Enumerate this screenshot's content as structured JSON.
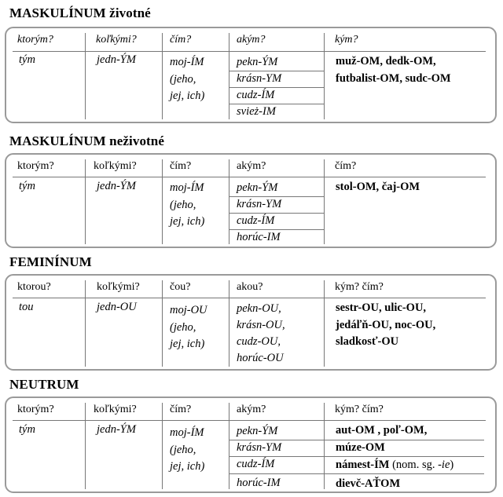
{
  "sections": [
    {
      "title": "MASKULÍNUM životné",
      "headers": [
        "ktorým?",
        "koľkými?",
        "čím?",
        "akým?",
        "kým?"
      ],
      "pronoun": "tým",
      "numeral": "jedn-ÝM",
      "possessive": [
        "moj-ÍM",
        "(jeho,",
        "jej, ich)"
      ],
      "adjectives": [
        "pekn-ÝM",
        "krásn-YM",
        "cudz-ÍM",
        "svież-IM"
      ],
      "nouns": [
        "muž-OM, dedk-OM,",
        "futbalist-OM, sudc-OM"
      ]
    },
    {
      "title": "MASKULÍNUM neživotné",
      "headers": [
        "ktorým?",
        "koľkými?",
        "čím?",
        "akým?",
        "čím?"
      ],
      "pronoun": "tým",
      "numeral": "jedn-ÝM",
      "possessive": [
        "moj-ÍM",
        "(jeho,",
        "jej, ich)"
      ],
      "adjectives": [
        "pekn-ÝM",
        "krásn-YM",
        "cudz-ÍM",
        "horúc-IM"
      ],
      "nouns": [
        "stol-OM, čaj-OM"
      ]
    },
    {
      "title": "FEMINÍNUM",
      "headers": [
        "ktorou?",
        "koľkými?",
        "čou?",
        "akou?",
        "kým? čím?"
      ],
      "pronoun": "tou",
      "numeral": "jedn-OU",
      "possessive": [
        "moj-OU",
        "(jeho,",
        "jej, ich)"
      ],
      "adjectives": [
        "pekn-OU,",
        "krásn-OU,",
        "cudz-OU,",
        "horúc-OU"
      ],
      "nouns": [
        "sestr-OU, ulic-OU,",
        "jedáľň-OU, noc-OU,",
        "sladkosť-OU"
      ]
    },
    {
      "title": "NEUTRUM",
      "headers": [
        "ktorým?",
        "koľkými?",
        "čím?",
        "akým?",
        "kým? čím?"
      ],
      "pronoun": "tým",
      "numeral": "jedn-ÝM",
      "possessive": [
        "moj-ÍM",
        "(jeho,",
        "jej, ich)"
      ],
      "adjectives": [
        "pekn-ÝM",
        "krásn-YM",
        "cudz-ÍM",
        "horúc-IM"
      ],
      "nouns": [
        "aut-OM , poľ-OM,",
        "múze-OM"
      ],
      "noun_extra": {
        "bold": "námest-ÍM",
        "normal": " (nom. sg. ",
        "italic": "-ie",
        "close": ")"
      },
      "noun_last": "dievč-AŤOM"
    }
  ]
}
